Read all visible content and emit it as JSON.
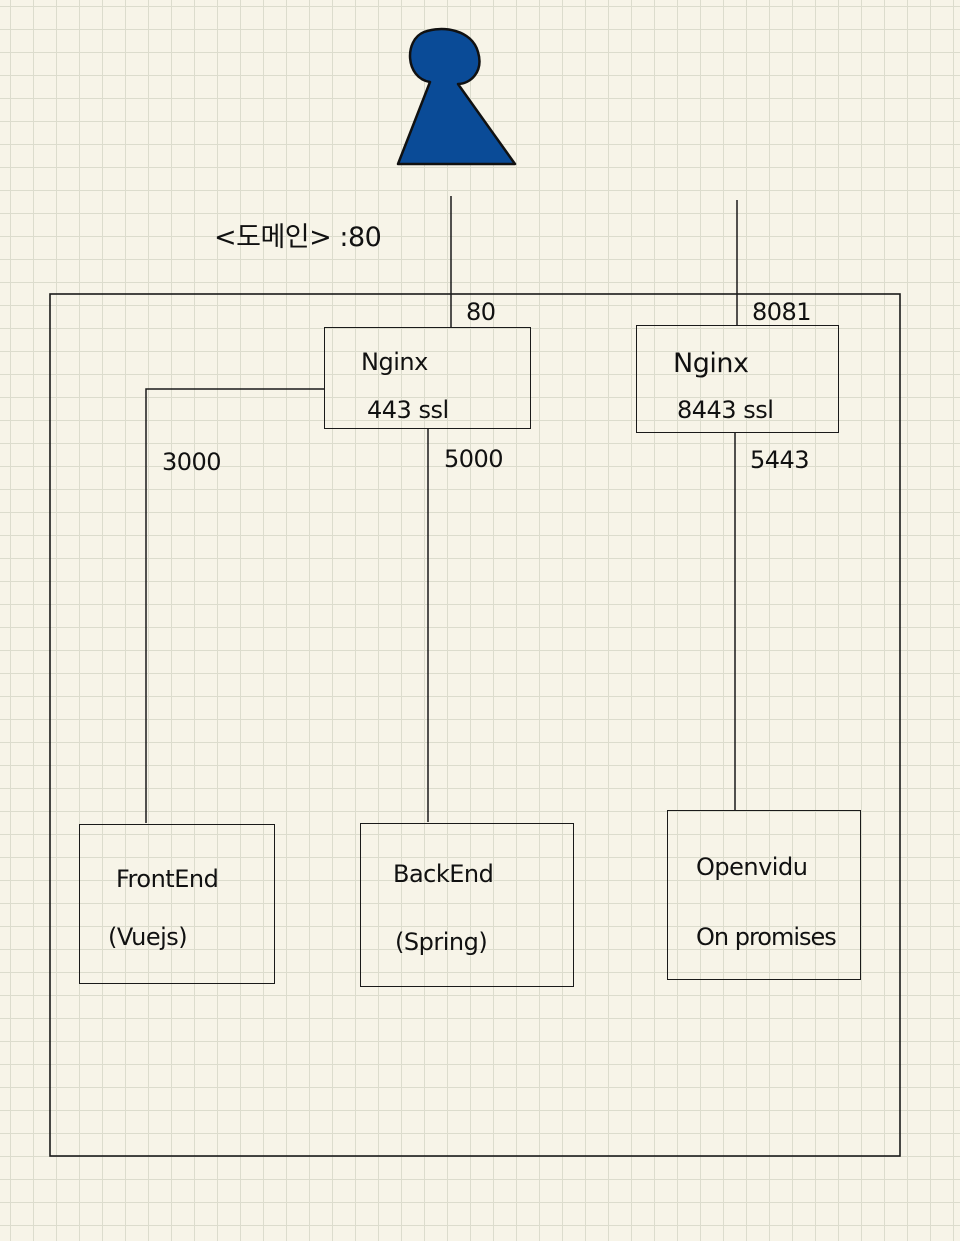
{
  "user": {
    "icon": "person-icon",
    "color": "#0a4b97"
  },
  "external": {
    "domain_label": "<도메인> :80"
  },
  "nginx_main": {
    "in_port": "80",
    "title": "Nginx",
    "ssl": "443 ssl"
  },
  "nginx_openvidu": {
    "in_port": "8081",
    "title": "Nginx",
    "ssl": "8443 ssl"
  },
  "ports": {
    "frontend": "3000",
    "backend": "5000",
    "openvidu": "5443"
  },
  "frontend": {
    "title": "FrontEnd",
    "subtitle": "(Vuejs)"
  },
  "backend": {
    "title": "BackEnd",
    "subtitle": "(Spring)"
  },
  "openvidu": {
    "title": "Openvidu",
    "subtitle": "On promises"
  },
  "colors": {
    "line": "#1a1a1a",
    "background": "#f7f4e8",
    "grid": "#dcdccd"
  }
}
